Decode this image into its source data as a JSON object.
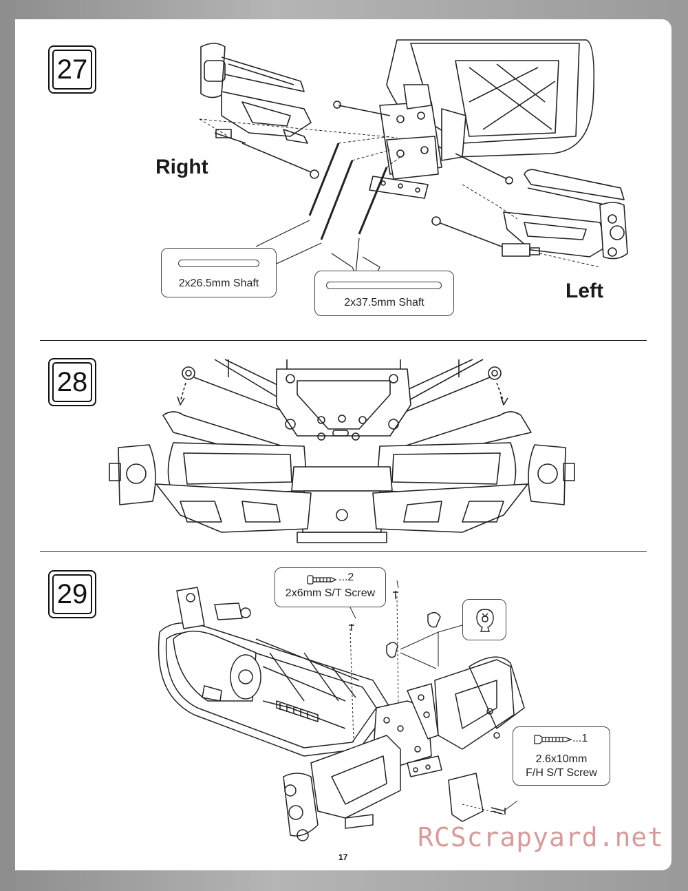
{
  "page": {
    "number": "17",
    "watermark": "RCScrapyard.net"
  },
  "steps": [
    {
      "number": "27",
      "labels": {
        "right": "Right",
        "left": "Left"
      },
      "parts": [
        {
          "name": "2x26.5mm Shaft"
        },
        {
          "name": "2x37.5mm Shaft"
        }
      ]
    },
    {
      "number": "28"
    },
    {
      "number": "29",
      "parts": [
        {
          "qty": "...2",
          "name": "2x6mm S/T Screw"
        },
        {
          "qty": "...1",
          "name_line1": "2.6x10mm",
          "name_line2": "F/H S/T Screw"
        }
      ]
    }
  ]
}
